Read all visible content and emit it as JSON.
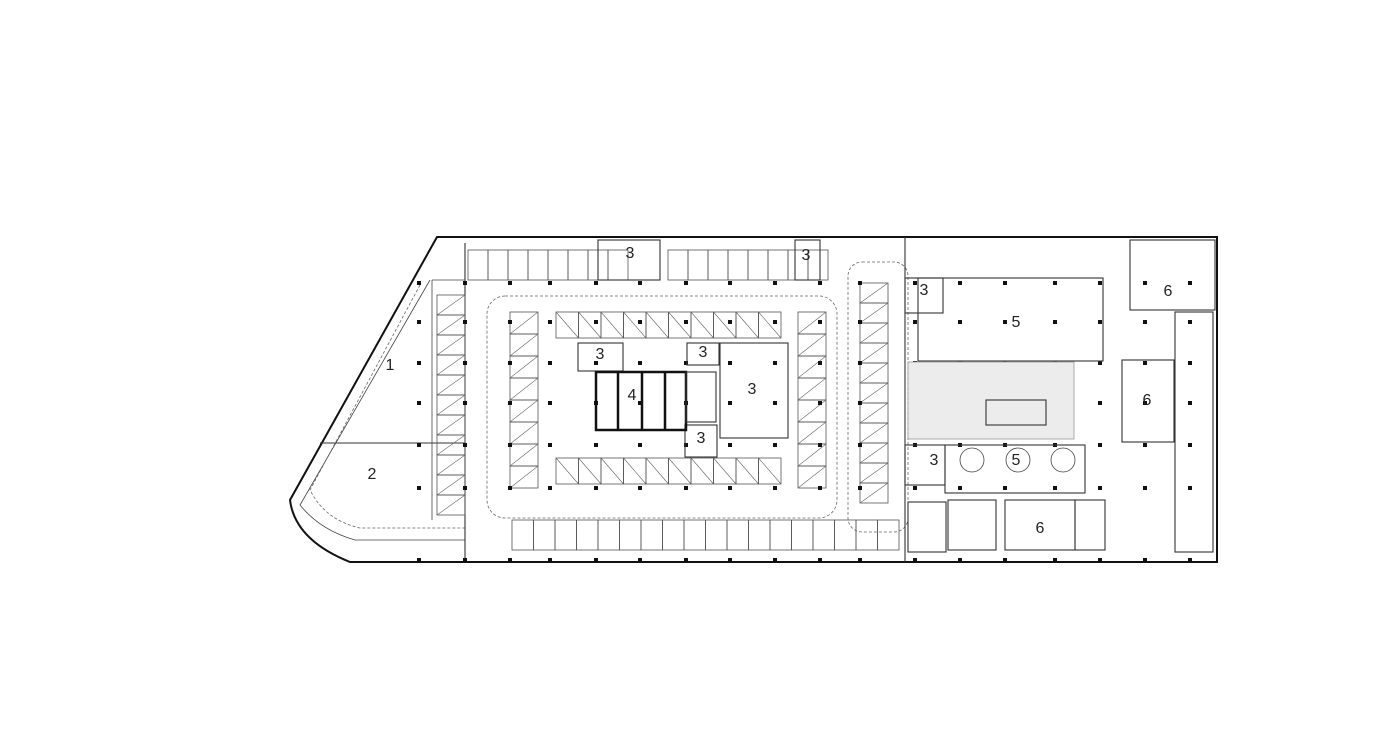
{
  "plan": {
    "labels": {
      "zone_1": "1",
      "zone_2": "2",
      "zone_3_top_a": "3",
      "zone_3_top_b": "3",
      "zone_3_core_left": "3",
      "zone_3_core_right_small": "3",
      "zone_3_core_big": "3",
      "zone_3_core_bottom": "3",
      "zone_3_east_top": "3",
      "zone_3_east_bottom": "3",
      "zone_4": "4",
      "zone_5_top": "5",
      "zone_5_bottom": "5",
      "zone_6_top": "6",
      "zone_6_mid": "6",
      "zone_6_bottom": "6"
    }
  }
}
